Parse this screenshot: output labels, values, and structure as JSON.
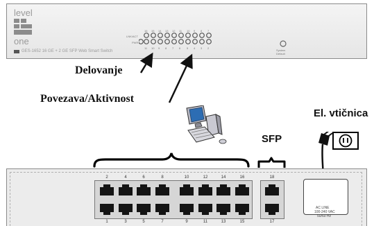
{
  "front_panel": {
    "logo_line1": "level",
    "logo_line2": "one",
    "model_label": "GES-1652  16 GE + 2 GE SFP Web Smart Switch",
    "lnk_act_label": "LNK/ACT",
    "pwr_label": "PWR",
    "top_port_numbers": [
      "16",
      "15",
      "14",
      "13",
      "12",
      "11",
      "10",
      "9",
      "8",
      "7"
    ],
    "bottom_port_numbers": [
      "11",
      "10",
      "9",
      "8",
      "7",
      "6",
      "5",
      "4",
      "3",
      "2"
    ],
    "system_label": "System",
    "default_label": "Default"
  },
  "callouts": {
    "operation": "Delovanje",
    "link_activity": "Povezava/Aktivnost",
    "power_socket": "El. vtičnica",
    "sfp": "SFP"
  },
  "rear_panel": {
    "top_port_numbers": [
      "2",
      "4",
      "6",
      "8",
      "10",
      "12",
      "14",
      "16"
    ],
    "bottom_port_numbers": [
      "1",
      "3",
      "5",
      "7",
      "9",
      "11",
      "13",
      "15"
    ],
    "sfp_top_number": "18",
    "sfp_bottom_number": "17",
    "ac_line1": "AC LINE",
    "ac_line2": "100-240 VAC",
    "ac_line3": "50/60 Hz"
  }
}
